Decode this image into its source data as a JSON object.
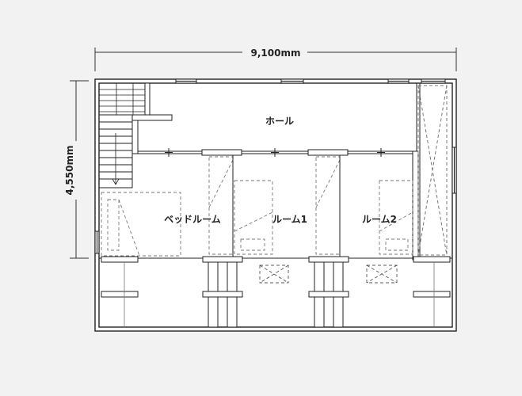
{
  "dimensions": {
    "width_label": "9,100mm",
    "height_label": "4,550mm"
  },
  "rooms": {
    "hall": "ホール",
    "bedroom": "ベッドルーム",
    "room1": "ルーム1",
    "room2": "ルーム2"
  },
  "colors": {
    "background": "#f2f2f2",
    "wall": "#222222",
    "fill": "#ffffff",
    "hidden_line": "#777777"
  }
}
